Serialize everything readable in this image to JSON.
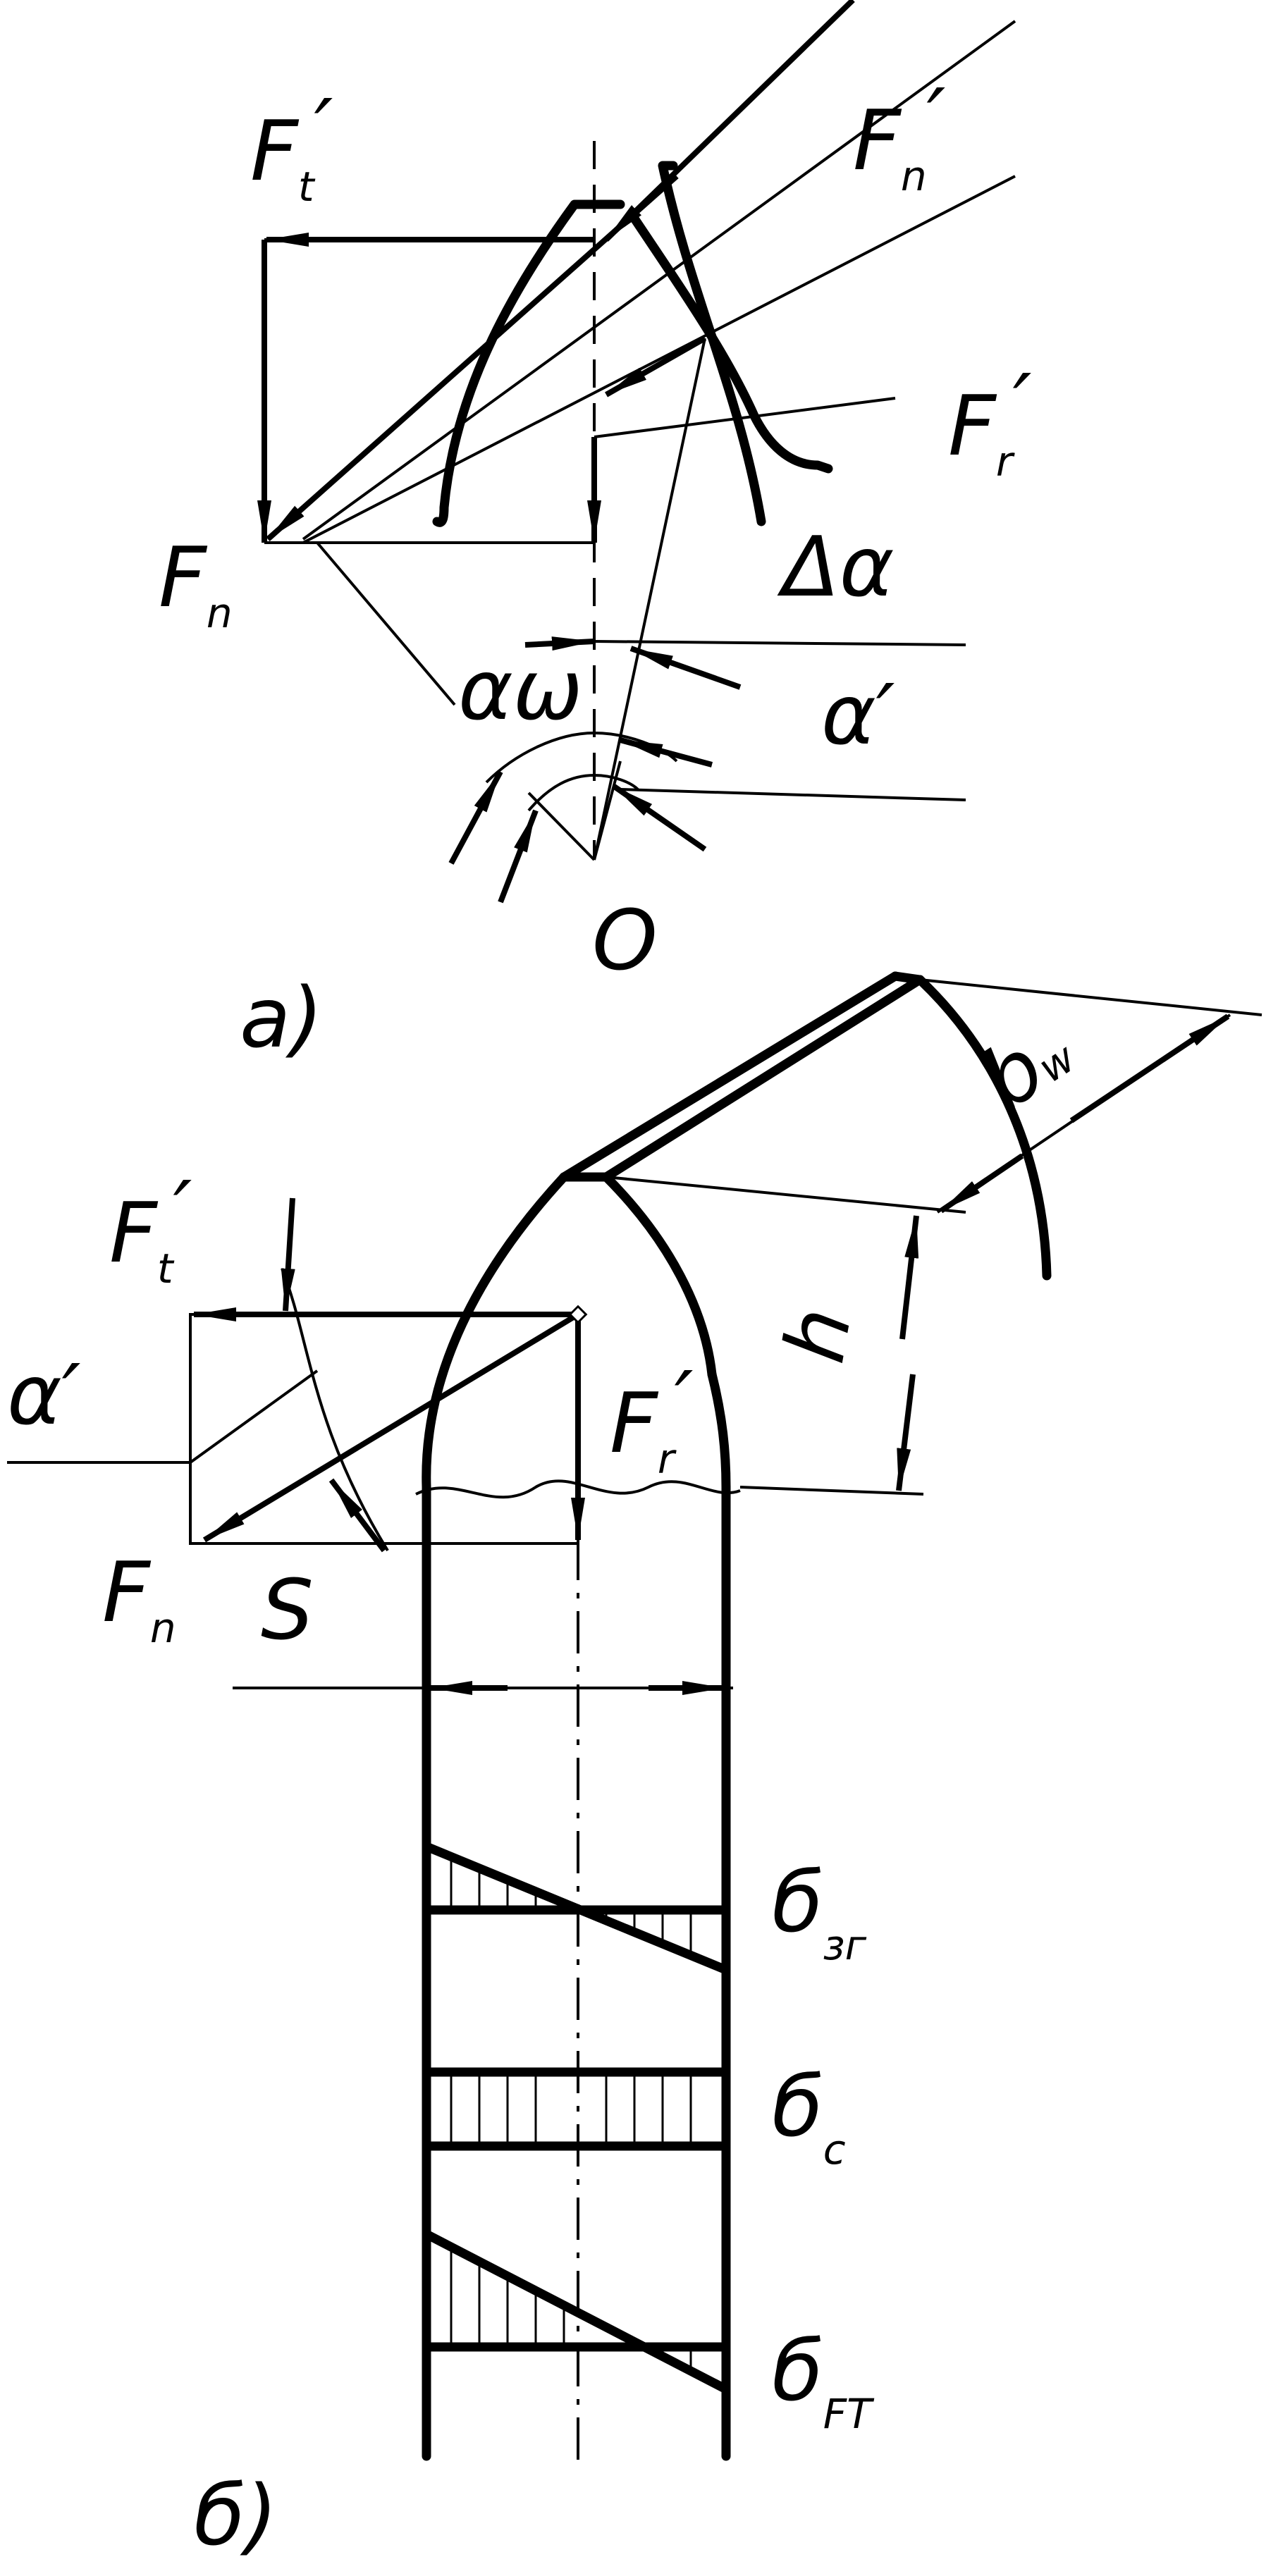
{
  "diagram_a": {
    "caption": "а)",
    "labels": {
      "ft_prime_main": "F",
      "ft_prime_sub": "t",
      "ft_prime_mark": "′",
      "fn_prime_main": "F",
      "fn_prime_sub": "n",
      "fn_prime_mark": "′",
      "fr_prime_main": "F",
      "fr_prime_sub": "r",
      "fr_prime_mark": "′",
      "fn_main": "F",
      "fn_sub": "n",
      "delta_alpha": "Δα",
      "alpha_w": "αω",
      "alpha_prime": "α′",
      "center_o": "O"
    }
  },
  "diagram_b": {
    "caption": "б)",
    "labels": {
      "ft_prime_main": "F",
      "ft_prime_sub": "t",
      "ft_prime_mark": "′",
      "alpha_prime": "α′",
      "fn_main": "F",
      "fn_sub": "n",
      "s_label": "S",
      "fr_prime_main": "F",
      "fr_prime_sub": "r",
      "fr_prime_mark": "′",
      "h_label": "h",
      "bw_main": "b",
      "bw_sub": "w",
      "sigma_bend_main": "б",
      "sigma_bend_sub": "зг",
      "sigma_c_main": "б",
      "sigma_c_sub": "с",
      "sigma_ft_main": "б",
      "sigma_ft_sub": "FT"
    }
  }
}
